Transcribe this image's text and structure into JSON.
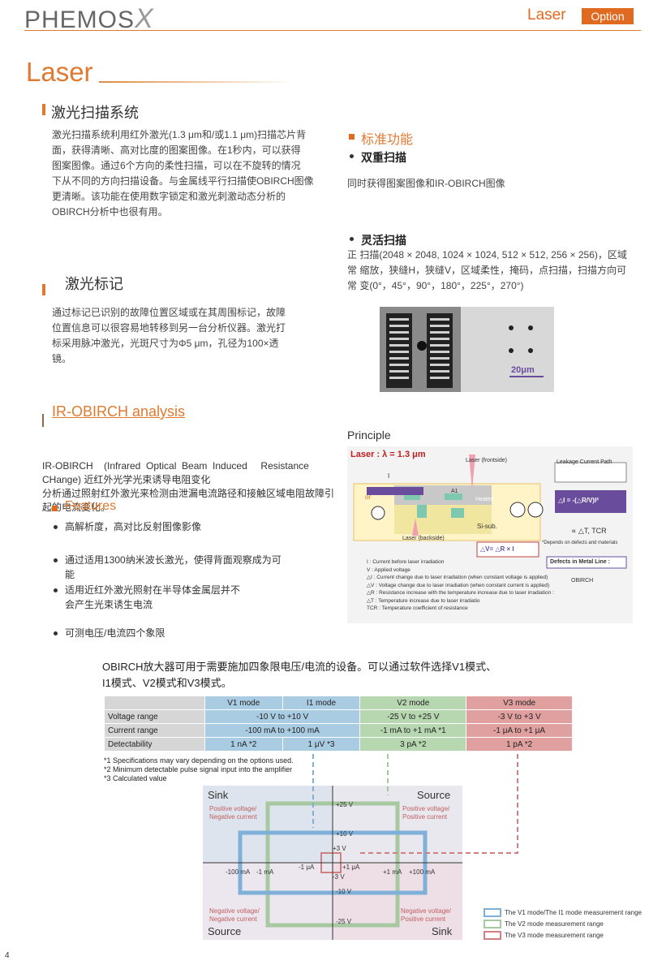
{
  "header": {
    "brand": "PHEMOS",
    "brand_suffix": "X",
    "category": "Laser",
    "option": "Option"
  },
  "page_title": "Laser",
  "scan": {
    "heading": "激光扫描系统",
    "body": [
      "激光扫描系统利用红外激光(1.3 μm和/或1.1 μm)扫描芯片背",
      "面，获得清晰、高对比度的图案图像。在1秒内，可以获得",
      "图案图像。通过6个方向的柔性扫描，可以在不旋转的情况",
      "下从不同的方向扫描设备。与金属线平行扫描使OBIRCH图像",
      "更清晰。该功能在使用数字锁定和激光刺激动态分析的",
      "OBIRCH分析中也很有用。"
    ]
  },
  "standard": {
    "heading": "标准功能",
    "dual_title": "双重扫描",
    "dual_body": "同时获得图案图像和IR-OBIRCH图像",
    "flex_title": "灵活扫描",
    "flex_body": [
      "正 扫描(2048 × 2048, 1024 × 1024, 512 × 512, 256 × 256)，区域",
      "常 缩放，狭缝H，狭缝V，区域柔性，掩码，点扫描，扫描方向可",
      "常 变(0°，45°，90°，180°，225°，270°)"
    ]
  },
  "marking": {
    "heading": "激光标记",
    "body": [
      "通过标记已识别的故障位置区域或在其周围标记，故障",
      "位置信息可以很容易地转移到另一台分析仪器。激光打",
      "标采用脉冲激光，光斑尺寸为Φ5 μm，孔径为100×透",
      "镜。"
    ],
    "scale_label": "20μm"
  },
  "obirch": {
    "heading": "IR-OBIRCH analysis",
    "intro": [
      "IR-OBIRCH    (Infrared  Optical  Beam  Induced     Resistance",
      "CHange) 近红外光学光束诱导电阻变化",
      "分析通过照射红外激光来检测由泄漏电流路径和接触区域电阻故障引",
      "起的电流变化。"
    ],
    "features_heading": "Features",
    "features": [
      [
        "高解析度，高对比反射图像影像"
      ],
      [
        "通过适用1300纳米波长激光，使得背面观察成为可",
        "能"
      ],
      [
        "适用近红外激光照射在半导体金属层并不",
        "会产生光束诱生电流"
      ],
      [
        "可测电压/电流四个象限"
      ]
    ]
  },
  "principle": {
    "heading": "Principle",
    "laser_label": "Laser :   λ = 1.3 μm",
    "laser_front": "Laser (frontside)",
    "laser_back": "Laser (backside)",
    "heated": "Heated",
    "a1": "A1",
    "si_sub": "Si-sub.",
    "i_label": "I",
    "or": "or",
    "leak_title": "Leakage Current Path",
    "formula1": "△I = -(△R/V)I²",
    "formula2": "∝ △T, TCR",
    "depends": "*Depends on defects and materials",
    "defects": "Defects in Metal Line :",
    "obirch": "OBIRCH",
    "dv_formula": "△V= △R × I",
    "legend": [
      "I : Current before laser irradiation",
      "V : Applied voltage",
      "△I : Current change due to laser irradiation (when constant voltage is applied)",
      "△V : Voltage change due to laser irradiation (when constant current is applied)",
      "△R : Resistance increase with the temperature increase due to laser irradiation :",
      "△T : Temperature increase due to laser irradiatio",
      "TCR : Temperature coefficient of resistance"
    ]
  },
  "amplifier": {
    "text": [
      "OBIRCH放大器可用于需要施加四象限电压/电流的设备。可以通过软件选择V1模式、",
      "I1模式、V2模式和V3模式。"
    ],
    "table": {
      "headers": [
        "V1 mode",
        "I1 mode",
        "V2 mode",
        "V3 mode"
      ],
      "rows": [
        {
          "label": "Voltage range",
          "cells": [
            "-10 V to +10 V",
            "-25 V to +25 V",
            "-3 V to +3 V"
          ]
        },
        {
          "label": "Current range",
          "cells": [
            "-100 mA to +100 mA",
            "-1 mA to +1 mA *1",
            "-1 μA to +1 μA"
          ]
        },
        {
          "label": "Detectability",
          "cells": [
            "1 nA *2",
            "1 μV *3",
            "3 pA *2",
            "1 pA *2"
          ]
        }
      ]
    },
    "notes": [
      "*1 Specifications may vary depending on the options used.",
      "*2 Minimum detectable pulse signal input into the amplifier",
      "*3 Calculated value"
    ]
  },
  "quadrant": {
    "sink_tl": "Sink",
    "source_tr": "Source",
    "source_bl": "Source",
    "sink_br": "Sink",
    "tl_desc": [
      "Positive voltage/",
      "Negative current"
    ],
    "tr_desc": [
      "Positive voltage/",
      "Positive current"
    ],
    "bl_desc": [
      "Negative voltage/",
      "Negative current"
    ],
    "br_desc": [
      "Negative voltage/",
      "Positive current"
    ],
    "v_labels": [
      "+25 V",
      "+10 V",
      "+3 V",
      "-3 V",
      "-10 V",
      "-25 V"
    ],
    "i_labels": [
      "-100 mA",
      "-1 mA",
      "-1 μA",
      "+1 μA",
      "+1 mA",
      "+100 mA"
    ],
    "legend": [
      "The V1 mode/The I1 mode measurement range",
      "The V2 mode measurement range",
      "The V3 mode measurement range"
    ],
    "colors": {
      "v1": "#7fb0d8",
      "v2": "#a7c8a0",
      "v3": "#d08080"
    }
  },
  "page_number": "4"
}
